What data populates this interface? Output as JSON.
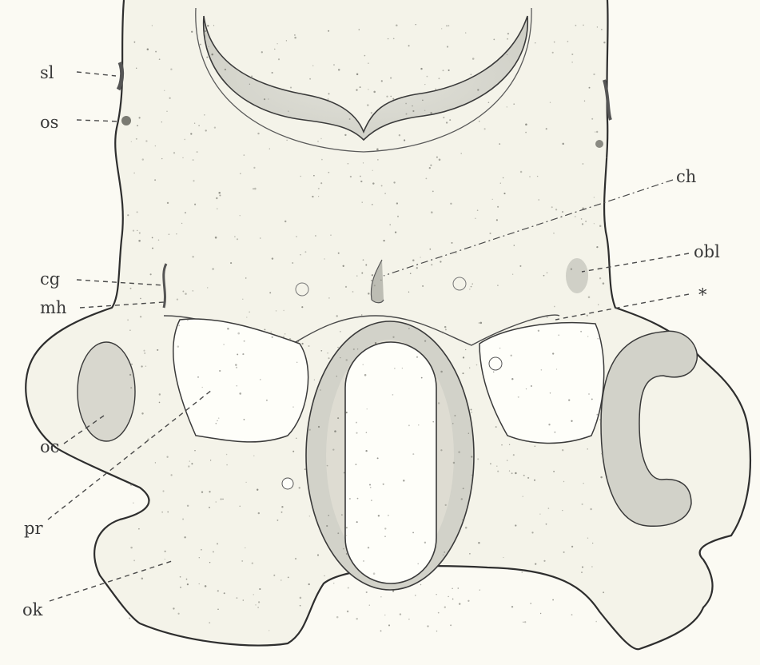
{
  "labels": {
    "sl": "sl",
    "os": "os",
    "cg": "cg",
    "mh": "mh",
    "oc": "oc",
    "pr": "pr",
    "ok": "ok",
    "ch": "ch",
    "obl": "obl",
    "star": "*"
  },
  "colors": {
    "paper": "#fbfaf3",
    "outline": "#2e2e2e",
    "tissue": "#f3f2e7",
    "dark_tissue": "#d5d5cc",
    "cavity": "#fefef9"
  }
}
